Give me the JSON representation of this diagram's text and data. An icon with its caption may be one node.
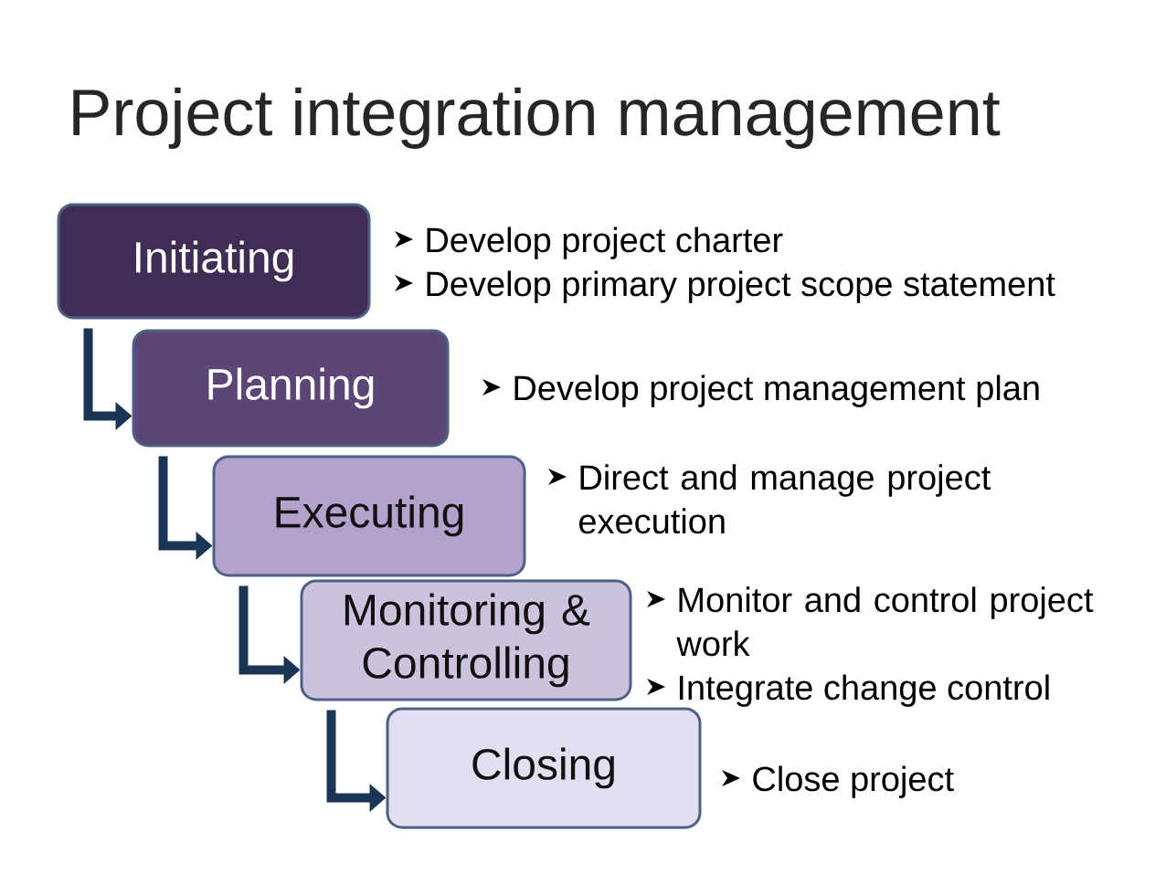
{
  "diagram": {
    "title": "Project integration management",
    "nodes": [
      {
        "text": [
          "Initiating"
        ],
        "beside": [
          "Develop project charter",
          "Develop primary project scope statement"
        ]
      },
      {
        "text": [
          "Planning"
        ],
        "beside": [
          "Develop project management plan"
        ]
      },
      {
        "text": [
          "Executing"
        ],
        "beside": [
          "Direct and manage project execution"
        ]
      },
      {
        "text": [
          "Monitoring & Controlling"
        ],
        "beside": [
          "Monitor and control project work",
          "Integrate change control"
        ]
      },
      {
        "text": [
          "Closing"
        ],
        "beside": [
          "Close project"
        ]
      }
    ],
    "edges": [
      {
        "from": 0,
        "to": 1,
        "arrow": "to"
      },
      {
        "from": 1,
        "to": 2,
        "arrow": "to"
      },
      {
        "from": 2,
        "to": 3,
        "arrow": "to"
      },
      {
        "from": 3,
        "to": 4,
        "arrow": "to"
      }
    ]
  }
}
